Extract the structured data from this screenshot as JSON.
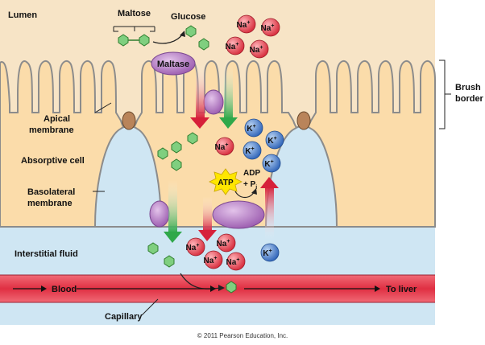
{
  "labels": {
    "lumen": "Lumen",
    "maltose": "Maltose",
    "glucose": "Glucose",
    "maltase": "Maltase",
    "brush_border_line1": "Brush",
    "brush_border_line2": "border",
    "apical_line1": "Apical",
    "apical_line2": "membrane",
    "absorptive_cell": "Absorptive cell",
    "basolateral_line1": "Basolateral",
    "basolateral_line2": "membrane",
    "interstitial_fluid": "Interstitial fluid",
    "blood": "Blood",
    "to_liver": "To liver",
    "capillary": "Capillary",
    "atp": "ATP",
    "adp": "ADP",
    "pi": "+ P",
    "pi_sub": "i",
    "na": "Na",
    "k": "K",
    "plus": "+"
  },
  "copyright": "© 2011 Pearson Education, Inc.",
  "colors": {
    "lumen": "#f7e4c6",
    "cell": "#fbdcaa",
    "interstitial": "#cfe6f3",
    "blood": "#e23a4a",
    "glucose": "#7fcf7f",
    "maltase": "#b87bc7",
    "sodium": "#e63946",
    "potassium": "#3e78c8",
    "atp": "#ffe600"
  }
}
